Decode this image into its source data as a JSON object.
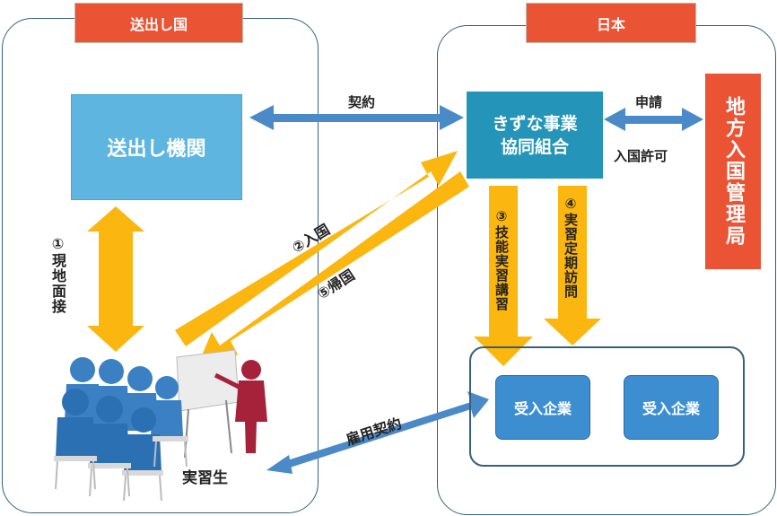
{
  "sending_country": {
    "tag": "送出し国",
    "sending_org": "送出し機関",
    "interview_label": "①現地面接",
    "trainees_label": "実習生"
  },
  "japan": {
    "tag": "日本",
    "union_line1": "きずな事業",
    "union_line2": "協同組合",
    "immigration": "地方入国管理局",
    "apply_label": "申請",
    "permit_label": "入国許可",
    "training_label": "③技能実習講習",
    "visit_label": "④実習定期訪問",
    "company1": "受入企業",
    "company2": "受入企業"
  },
  "flows": {
    "contract_label": "契約",
    "entry_label": "②入国",
    "return_label": "⑤帰国",
    "employment_label": "雇用契約"
  },
  "colors": {
    "accent_red": "#ea5334",
    "sending_box": "#5eb6e0",
    "union_box": "#2494b8",
    "company_box": "#3d8ed0",
    "arrow_yellow": "#fbb60f",
    "arrow_blue": "#4a8ac8",
    "border": "#35607d"
  }
}
